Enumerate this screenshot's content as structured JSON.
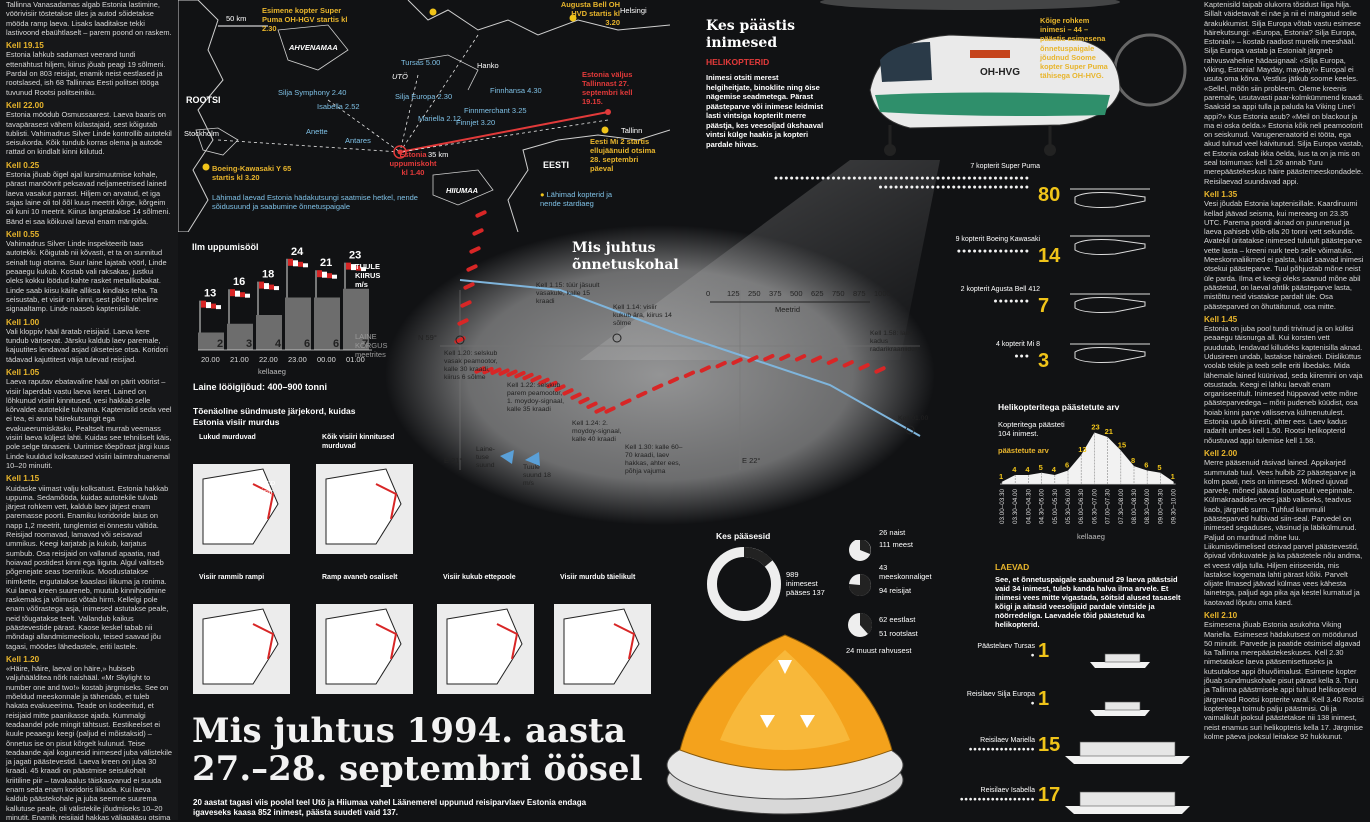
{
  "left_column": {
    "intro": "Tallinna Vanasadamas algab Estonia lastimine, vöörivisiir töstetakse üles ja autod sõidetakse mööda ramp laeva. Lisaks laaditakse tekki lastivoond ebaühtlaselt – parem poond on raskem.",
    "entries": [
      {
        "time": "Kell 19.15",
        "text": "Estonia lahkub sadamast veerand tundi ettenähtust hiljem, kiirus jõuab peagi 19 sõlmeni. Pardal on 803 reisijat, enamik neist eestlased ja rootslased, ish 68 Tallinnas Eesti politsei tööga tuvunud Rootsi politseiniku."
      },
      {
        "time": "Kell 22.00",
        "text": "Estonia möödub Osmussaarest. Laeva baaris on tavapärasest vähem külastajaid, sest kõigutab tublisti. Vahimadrus Silver Linde kontrollib autotekil seisukorda. Kõik tundub korras olema ja autode rattad on kindlalt kinni kiilutud."
      },
      {
        "time": "Kell 0.25",
        "text": "Estonia jõuab õigel ajal kursimuutmise kohale, pärast manöövrit peksavad neljameetrised lained laeva vasakut parrast. Hiljem on arvatud, et iga sajas laine oli tol õõl kuus meetrit kõrge, kõrgeim oli kuni 10 meetrit. Kiirus langetatakse 14 sõlmeni. Bänd ei saa kõikuval laeval enam mängida."
      },
      {
        "time": "Kell 0.55",
        "text": "Vahimadrus Silver Linde inspekteerib taas autotekki. Kõigutab nii kõvasti, et ta on sunnitud seinalt tugi otsima. Suur laine lajatab vöörl, Linde peaaegu kukub. Kostab vali raksakas, justkui oleks kokku löödud kahte rasket metallkobakat. Linde saab kiisu käiile alliksa kindlaks teha. Ta seisustab, et visiir on kinni, sest põleb roheline signaaltamp. Linde naaseb kaptenisillale."
      },
      {
        "time": "Kell 1.00",
        "text": "Vali kloppiv hääl äratab reisijaid. Laeva kere tundub värisevat. Järsku kaldub laev paremale, kajuutites lendavad asjad ükseteise otsa. Koridori tädavad kajuttitest väija tulevad reisijad."
      },
      {
        "time": "Kell 1.05",
        "text": "Laeva raputav ebatavaline hääl on pärit vöörist – visiir laperdab vastu laeva keret. Lained on lõhkunud visiiri kinnitused, vesi hakkab selle kõrvaldet autotekile tulvama. Kaptenisild seda veel ei tea, ei anna häirekutsungit ega evakueerumiskäsku. Pealtselt murrab veemass visiiri laeva küljest lahti. Kuidas see tehniliselt käis, pole selge tänaseni. Uurimise tõepõrast järgi kuus Linde kuuldud kolksatused visiiri laiimtrahuanemal 10–20 minutit."
      },
      {
        "time": "Kell 1.15",
        "text": "Kuidaske viimast valju kolksatust. Estonia hakkab uppuma. Sedamõöda, kuidas autotekile tulvab järjest rohkem vett, kaldub laev järjest enam paremasse poorti. Enamiku koridoride laius on napp 1,2 meetrit, tunglemist ei önnestu vältida. Reisijad roomavad, lamavad või seisavad ummikus. Keegi karjatab ja kukub, karjatus sumbub. Osa reisijaid on vallanud apaatia, nad hoiavad postidest kinni ega liiguta. Algul valitseb põgenejate seas tsentrikus. Moodustatakse inimkette, ergutatakse kaaslasi liikuma ja ronima. Kui laeva kreen suureneb, muutub kinnihoidmine raskemaks ja võimust võtab hirm. Kellelgi pole enam võõrastega asja, inimesed astutakse peale, neid tõugatakse teelt. Vallandub kaikus päästevestide pärast. Kaose keskel tabab nii mõndagi allandmismeelioolu, teised saavad jõu tagasi, möödes lähedastele, eriti lastele."
      },
      {
        "time": "Kell 1.20",
        "text": "«Häire, häire, laeval on häire,» hubiseb valjuhäälditea nõrk naishääl. «Mr Skylight to number one and two!» kostab järgmiseks. See on mõeldud meeskonnale ja tähendab, et tuleb hakata evakueerima. Teade on kodeeritud, et reisijaid mitte paanikasse ajada. Kummalgi teadaandel pole mingit tähtsust. Eestikeelset ei kuule peaaegu keegi (paljud ei mõistaksid) – õnnetus ise on pisut kõrgelt kulunud. Teise teadaande ajal kogunesid inimesed juba välistekile ja jagati päästevestid. Laeva kreen on juba 30 kraadi. 45 kraadi on päästmise seisukohalt kriitiline piir – tavakaalus täiskasvanud ei suuda enam seda enam koridoris liikuda. Kui laeva kaldub päästekohale ja juba seemne suurema kallutuse peale, oli välistekile jõudmiseks 10–20 minutit. Enamik reisijaid hakkas väljapääsu otsima hiljem, neil oli kümmekond minutit, et jõuda välistekile enne kui laev uppus. Pooled 200 inimesed jõuab välistekile..."
      }
    ]
  },
  "map": {
    "scale": "50 km",
    "labels": {
      "ahvenamaa": "AHVENAMAA",
      "rootsi": "ROOTSI",
      "eesti": "EESTI",
      "hiiumaa": "HIIUMAA",
      "uto": "UTÖ",
      "stockholm": "Stockholm",
      "helsingi": "Helsingi",
      "tallinn": "Tallinn",
      "hanko": "Hanko",
      "anette": "Anette",
      "antares": "Antares",
      "distance": "35 km"
    },
    "ships": [
      "Silja Symphony 2.40",
      "Isabella 2.52",
      "Silja Europa 2.30",
      "Mariella 2.12",
      "Finnjet 3.20",
      "Finnmerchant 3.25",
      "Finnhansa 4.30",
      "Tursas 5.00"
    ],
    "callouts": {
      "superpuma": "Esimene kopter Super Puma OH-HGV startis kl 2.30",
      "agusta": "Augusta Bell OH HVD startis kl 3.20",
      "boeing": "Boeing-Kawasaki Y 65 startis kl 3.20",
      "estonia_departed": "Estonia väljus Tallinnast 27. septembri kell 19.15.",
      "estonia_sank": "Estonia uppumiskoht kl 1.40",
      "mi2": "Eesti Mi 2 startis ellujäänuid otsima 28. septembri päeval",
      "legend_heli": "Lähimad kopterid ja nende stardiaeg",
      "legend_ships": "Lähimad laevad Estonia hädakutsungi saatmise hetkel, nende sõidusuund ja saabumine õnnetuspaigale"
    }
  },
  "wind_chart": {
    "title": "Ilm uppumisööl",
    "legend_wind": "TUULE KIIRUS m/s",
    "legend_wave": "LAINE KÕRGUS meetrites",
    "xlabel": "kellaaeg",
    "times": [
      "20.00",
      "21.00",
      "22.00",
      "23.00",
      "00.00",
      "01.00"
    ],
    "wind": [
      13,
      16,
      18,
      24,
      21,
      23
    ],
    "wave": [
      2,
      3,
      4,
      6,
      6,
      7
    ],
    "wave_note": "Laine lööigijõud: 400–900 tonni"
  },
  "sinking": {
    "title": "Tõenäoline sündmuste järjekord, kuidas Estonia visiir murdus",
    "steps": [
      "Lukud murduvad",
      "Kõik visiiri kinnitused murduvad",
      "Visiir rammib rampi",
      "Ramp avaneb osaliselt",
      "Visiir kukub ettepoole",
      "Visiir murdub täielikult"
    ],
    "ramp_label": "ramp",
    "visor_label": "visiir"
  },
  "main_title": {
    "line1": "Mis juhtus 1994. aasta",
    "line2": "27.–28. septembri öösel",
    "sub": "20 aastat tagasi viis poolel teel Utö ja Hiiumaa vahel Läänemerel uppunud reisiparvlaev Estonia endaga igaveseks kaasa 852 inimest, päästa suudeti vaid 137."
  },
  "track": {
    "title1": "Mis juhtus",
    "title2": "õnnetuskohal",
    "scale_ticks": [
      "0",
      "125",
      "250",
      "375",
      "500",
      "625",
      "750",
      "875",
      "1000"
    ],
    "scale_unit": "Meetrid",
    "lat": "N 59°",
    "lon1": "E 21°",
    "lon2": "E 22°",
    "notes": [
      "Kell 1.15: tüür jäsuult vasakule, kalle 15 kraadi",
      "Kell 1.14: visiir kukub ära, kiirus 14 sõlme",
      "Kell 1.58: laev kadus radarikraaniidelt",
      "Kell 1.20: selskub vasak peamootor, kalle 30 kraadi, kiirus 6 sõlme",
      "Kell 1.22: selskub parem peamootor, 1. moydoy-signaal, kalle 35 kraadi",
      "Kell 1.24: 2. moydoy-signaal, kalle 40 kraadi",
      "Kell 1.30: kalle 60–70 kraadi, laev hakkas, ahter ees, põhja vajuma",
      "Kell 01.00",
      "Laine-tuse suund",
      "Tuule suund 18 m/s"
    ]
  },
  "saved": {
    "title": "Kes päästis inimesed",
    "subtitle": "HELIKOPTERID",
    "text": "Inimesi otsiti merest helgiheitjate, binoklite ning öise nägemise seadmetega. Pärast päästeparve või inimese leidmist lasti vintsiga kopterilt merre päästja, kes veesoljad ükshaaval vintsi külge haakis ja kopteri pardale hiivas.",
    "photo_caption": "Kõige rohkem inimesi – 44 – päästis esimesena õnnetuspaigale jõudnud Soome kopter Super Puma tähisega OH-HVG.",
    "helicopters": [
      {
        "label": "7 kopterit Super Puma",
        "value": 80
      },
      {
        "label": "9 kopterit Boeing Kawasaki",
        "value": 14
      },
      {
        "label": "2 kopterit Agusta Bell 412",
        "value": 7
      },
      {
        "label": "4 kopterit Mi 8",
        "value": 3
      }
    ]
  },
  "rescued_chart": {
    "title": "Helikopteritega päästetute arv",
    "note1": "Kopteritega päästeti 104 inimest.",
    "note2": "päästetute arv",
    "xlabel": "kellaaeg",
    "times": [
      "03.00–03.30",
      "03.30–04.00",
      "04.00–04.30",
      "04.30–05.00",
      "05.00–05.30",
      "05.30–06.00",
      "06.00–06.30",
      "06.30–07.00",
      "07.00–07.30",
      "07.30–08.00",
      "08.00–08.30",
      "08.30–09.00",
      "09.00–09.30",
      "09.30–10.00"
    ],
    "values": [
      1,
      4,
      4,
      5,
      4,
      6,
      13,
      23,
      21,
      15,
      8,
      6,
      5,
      1
    ]
  },
  "who_saved": {
    "title": "Kes pääsesid",
    "donut_main": "989 inimesest pääses 137",
    "men": "26 naist",
    "men2": "111 meest",
    "crew1": "43 meeskonnaliget",
    "crew2": "94 reisijat",
    "nat1": "62 eestlast",
    "nat2": "51 rootslast",
    "nat3": "24 muust rahvusest"
  },
  "ships_saved": {
    "title": "LAEVAD",
    "text": "See, et õnnetuspaigale saabunud 29 laeva päästsid vaid 34 inimest, tuleb kanda halva ilma arvele. Et inimesi vees mitte vigastada, söitsid alused tasaselt kõigi ja aitasid veesolijaid pardale vintside ja nöörredeliga. Laevadele tõid päästetud ka helikopterid.",
    "items": [
      {
        "label": "Päästelaev Tursas",
        "value": "1"
      },
      {
        "label": "Reisilaev Silja Europa",
        "value": "1"
      },
      {
        "label": "Reisilaev Mariella",
        "value": "15"
      },
      {
        "label": "Reisilaev Isabella",
        "value": "17"
      }
    ]
  },
  "right_column": {
    "intro": "Kaptenisild taipab olukorra tõsidust liiga hilja. Sillalt väidetavalt ei näe ja nii ei märgatud selle ärakukkumist. Silja Europa võtab vastu esimese häirekutsungi: «Europa, Estonia? Silja Europa, Estonia!» – kostab raadiost murelik meeshääl. Silja Europa vastab ja Estonialt järgneb rahvusvaheline hädasignaal: «Silja Europa, Viking, Estonia! Mayday, mayday!» Europal ei usuta oma kõrva. Vestlus jätkub soome keeles. «Sellel, mõõn siin probleem. Oleme kreenis paremale, usutavasti paar-kolmkümmend kraadi. Saaksid sa appi tulla ja paluda ka Viking Line'i appi?» Kus Estonia asub? «Meil on blackout ja ma ei oska öelda.» Estonia kõik neli peamootorit on seiskunud. Varugeneraatorid ei tööta, ega akud tulnud veel käivitunud. Silja Europa vastab, et Estonia oskab ikka öelda, kus ta on ja mis on seal toimumas: kell 1.26 annab Turu merepäästekeskus häire päästemeeskondadele. Reisilaevad suundavad appi.",
    "entries": [
      {
        "time": "Kell 1.35",
        "text": "Vesi jõudab Estonia kaptenisillale. Kaardiruumi kellad jäävad seisma, kui mereaeg on 23.35 UTC. Parema poordi aknad on purunenud ja laeva pahiseb võib-olla 20 tonni vett sekundis. Avatekil üritatakse inimesed tulutult päästeparve vette lasta – kreeni nurk teeb selle võimatuks. Meeskonnaliikmed ei palsta, kuid saavad inimesi otsekui päästeparve. Tuul põhjustab mõne neist üle parda. Ilma et keegi oleks saanud mõne abil päästetud, on laeval ohtlik päästeparve lasta, mistõttu neid visatakse pardalt üle. Osa päästeparved on õhutäitunud, osa mitte."
      },
      {
        "time": "Kell 1.45",
        "text": "Estonia on juba pool tundi trivinud ja on külitsi peaaegu täisnurga all. Kui korsten vett puudutab, lendavad killudeks kaptenisilla aknad. Udusireen undab, lastakse häiraketi. Diisliküttus voolab tekile ja teeb selle eriti libedaks. Mida lähemale lained küünivad, seda kiiremini on vaja otsustada. Keegi ei lahku laevalt enam organiseeritult. Inimesed hüppavad vette mõne päästeparvedega – mõni pudeneb küüdist, osa hoiab kinni parve välisserva külmenutulest. Estonia upub kiiresti, ahter ees. Laev kadus radarilt umbes kell 1.50. Rootsi helikopterid nõustuvad appi tulemise kell 1.58."
      },
      {
        "time": "Kell 2.00",
        "text": "Merre pääsenuid räsivad lained. Appikarjed summutab tuul. Vees hulbib 22 päästeparve ja kolm paati, neis on inimesed. Mõned ujuvad parvele, mõned jäävad lootusetult veepinnale. Külmakraadides vees jääb valkseks, teadvus kaob, järgneb surm. Tuhfud kummulil päästeparved hulbivad siin-seal. Parvedel on inimesed segaduses, väsinud ja läbikülmunud. Paljud on murdnud mõne luu. Liikumisvõimelised otsivad parvel päästevestid, õpivad võnkuvatele ja ka päästetele nõu andma, et veest välja tulla. Hiljem eiriseerida, mis lastakse kogemata lahti pärast kõiki. Parvelt olijate Ilmased jäävad külmas vees kähesta lainetega, paljud aga pika aja kestel kurnatud ja kaotavad lõputu oma käed."
      },
      {
        "time": "Kell 2.10",
        "text": "Esimesena jõuab Estonia asukohta Viking Mariella. Esimesest hädakutsest on möödunud 50 minutit. Parvede ja paatide otsimisel algavad ka Tallinna merepäästekeskuses. Kell 2.30 nimetatakse laeva pääsemisettuseks ja kutsutakse appi õhuvõimalust. Esimene kopter jõuab sündmuskohale pisut pärast kella 3. Turu ja Tallinna päästmisele appi tulnud helikopterid järgnevad Rootsi kopterite varal. Kell 3.40 Rootsi kopteritega toimub palju päästmisi. Oli ja vaimalikult jooksul päästetakse nii 138 inimest, neist enamus suri helikopteris kella 17. Järgmise kolme päeva jooksul leitakse 92 hukkunut."
      }
    ]
  }
}
